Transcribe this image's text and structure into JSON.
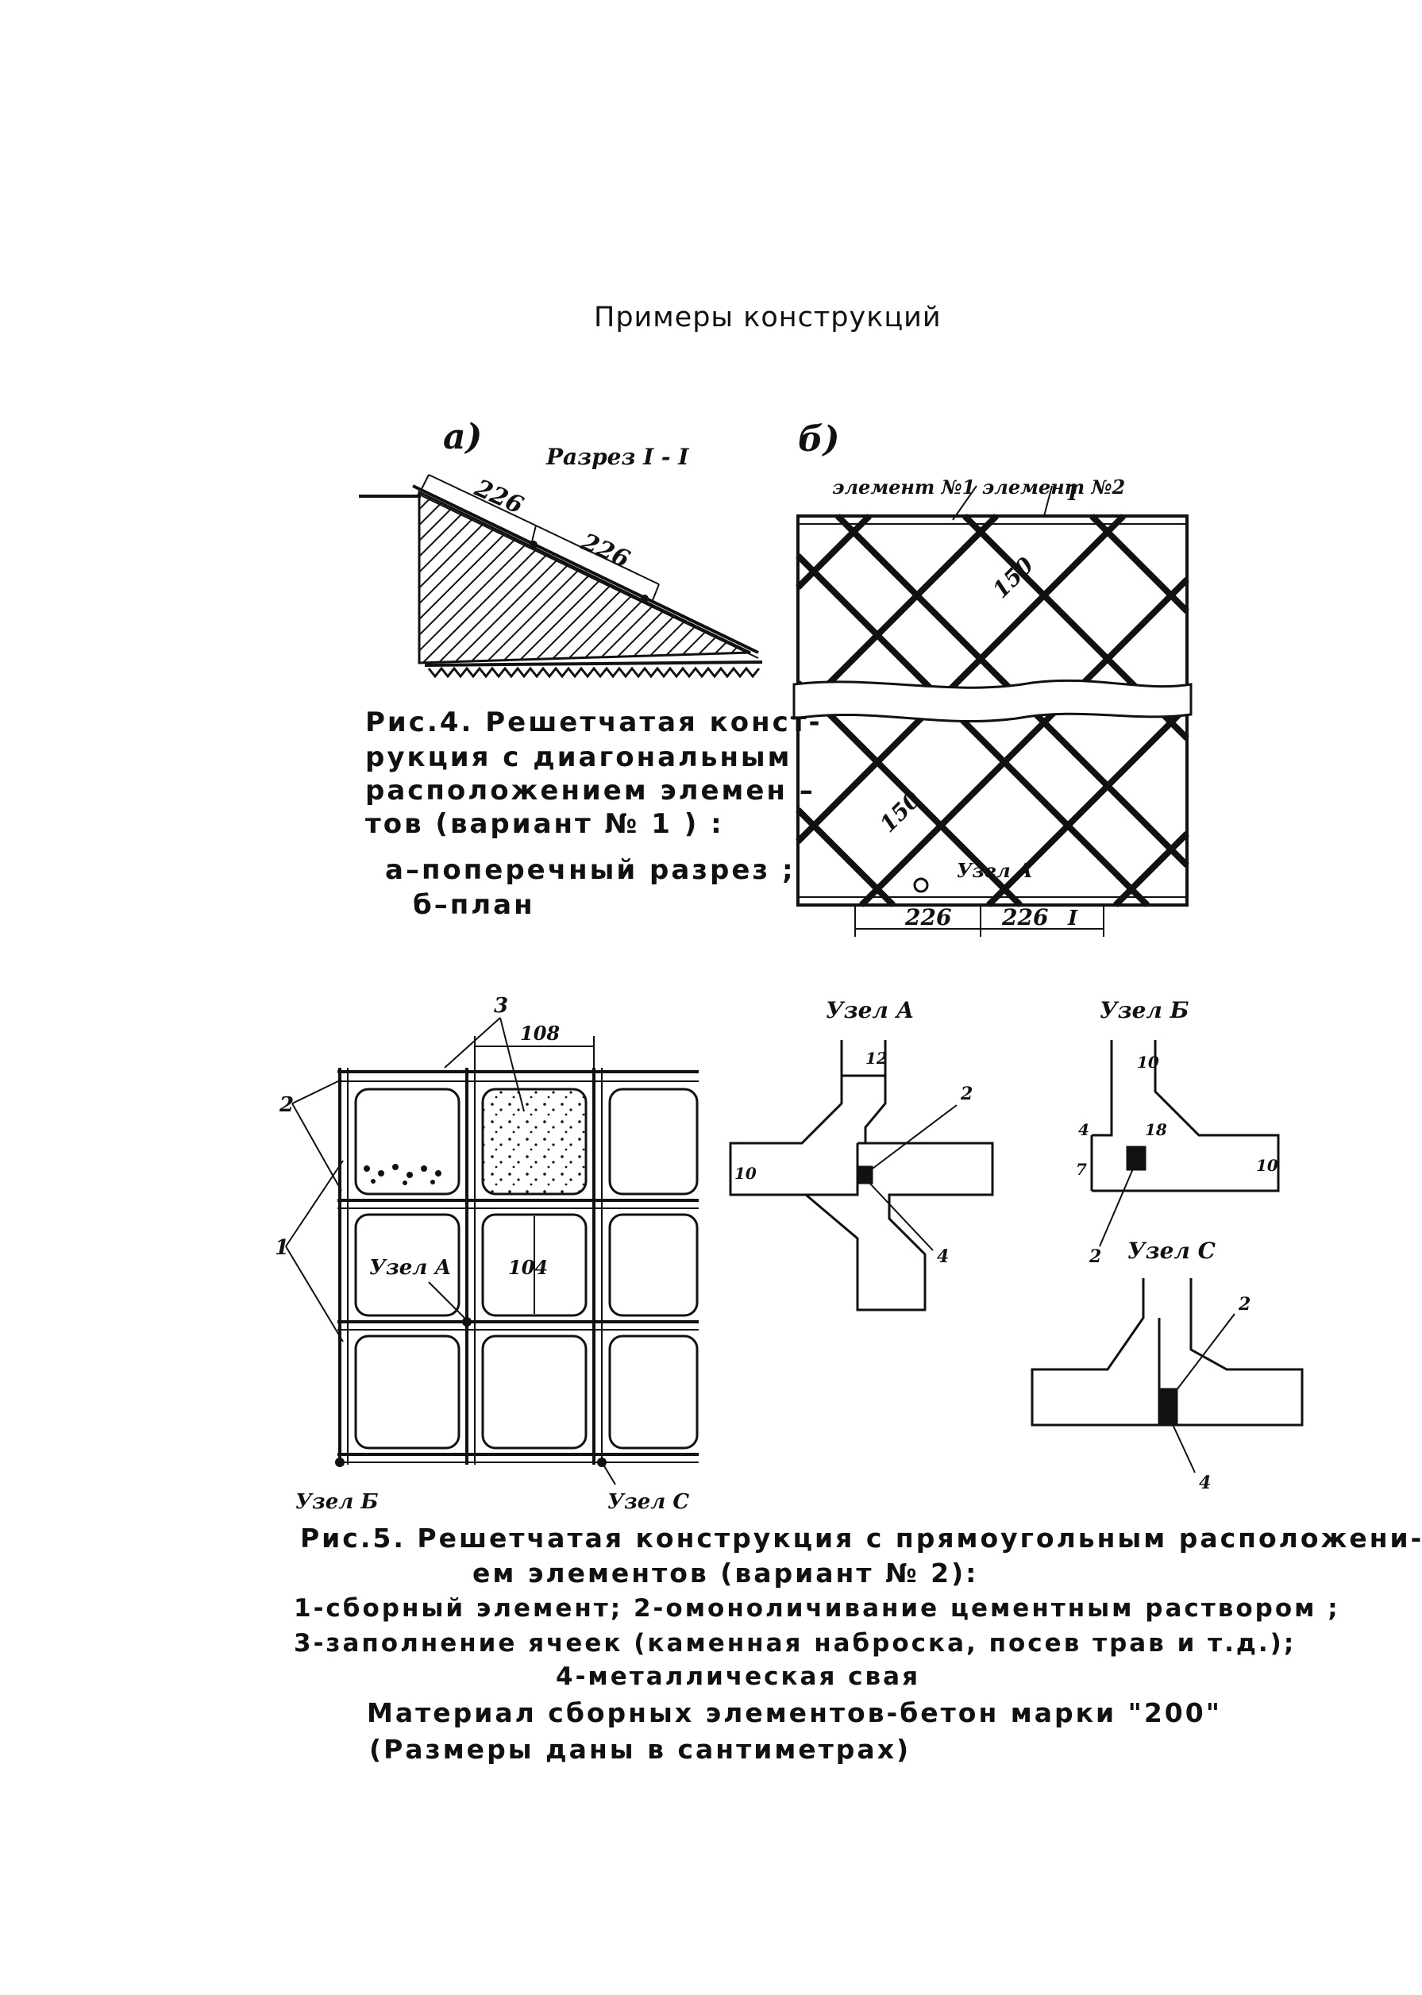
{
  "page": {
    "title": "Примеры конструкций"
  },
  "fig4": {
    "label_a": "а)",
    "label_b": "б)",
    "section_title": "Разрез I - I",
    "dim_226_a": "226",
    "dim_226_b": "226",
    "ground_label": "",
    "element_labels": "элемент №1 элемент №2",
    "section_marker_top": "I",
    "section_marker_bottom": "I",
    "dim_150_top": "150",
    "dim_150_bottom": "150",
    "node_label": "Узел А",
    "dim_bottom_1": "226",
    "dim_bottom_2": "226",
    "caption_lines": [
      "Рис.4. Решетчатая конст-",
      "рукция с диагональным",
      "расположением элемен –",
      "тов  (вариант № 1 )  :",
      "а–поперечный  разрез  ;",
      "б–план"
    ]
  },
  "fig5": {
    "dim_108": "108",
    "dim_104": "104",
    "callout_3": "3",
    "callout_2": "2",
    "callout_1": "1",
    "node_a_label": "Узел А",
    "node_b_label": "Узел Б",
    "node_c_label": "Узел С",
    "detail_a": {
      "title": "Узел А",
      "dim_12": "12",
      "dim_10": "10",
      "callout_2": "2",
      "callout_4": "4"
    },
    "detail_b": {
      "title": "Узел Б",
      "dim_10": "10",
      "dim_18": "18",
      "dim_10_side": "10",
      "dim_4": "4",
      "dim_7": "7",
      "callout_2": "2"
    },
    "detail_c": {
      "title": "Узел С",
      "callout_2": "2",
      "callout_4": "4"
    },
    "caption_lines": [
      "Рис.5. Решетчатая конструкция с прямоугольным расположени-",
      "ем  элементов (вариант № 2):",
      "1-сборный элемент; 2-омоноличивание цементным раствором ;",
      "3-заполнение ячеек (каменная наброска, посев трав и  т.д.);",
      "4-металлическая свая",
      "Материал сборных элементов-бетон марки  \"200\"",
      "(Размеры даны в сантиметрах)"
    ]
  }
}
